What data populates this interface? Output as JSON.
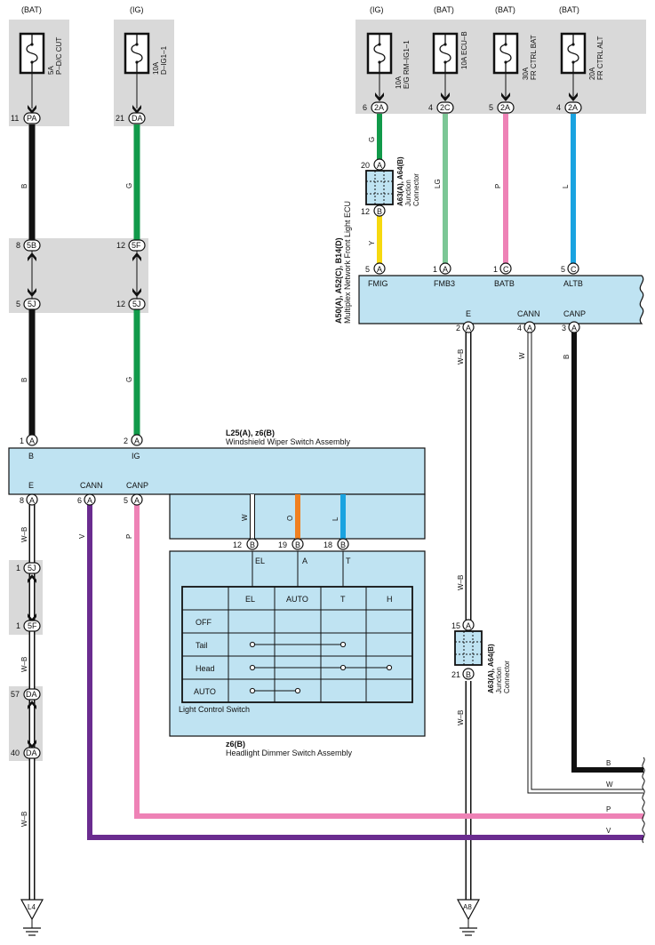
{
  "colors": {
    "black": "#111111",
    "green": "#119a4a",
    "light_green": "#7cc796",
    "pink": "#ee82b6",
    "blue": "#1aa3e0",
    "yellow": "#f6d90f",
    "orange": "#f08020",
    "purple": "#6a2c8f",
    "white_wire": "#ffffff",
    "panel_fill": "#bfe3f2",
    "fuse_bg": "#d9d9d9",
    "junction_fill": "#bfe3f2"
  },
  "fuses": [
    {
      "source": "(BAT)",
      "rating": "5A",
      "name": "P–D/C CUT",
      "pin": "11",
      "conn": "PA"
    },
    {
      "source": "(IG)",
      "rating": "10A",
      "name": "D–IG1–1",
      "pin": "21",
      "conn": "DA"
    },
    {
      "source": "(IG)",
      "rating": "10A",
      "name": "E/G RM–IG1–1",
      "pin": "6",
      "conn": "2A"
    },
    {
      "source": "(BAT)",
      "rating": "10A",
      "name": "ECU–B",
      "pin": "4",
      "conn": "2C"
    },
    {
      "source": "(BAT)",
      "rating": "30A",
      "name": "FR CTRL BAT",
      "pin": "5",
      "conn": "2A"
    },
    {
      "source": "(BAT)",
      "rating": "20A",
      "name": "FR CTRL ALT",
      "pin": "4",
      "conn": "2A"
    }
  ],
  "wires": {
    "b": "B",
    "g": "G",
    "lg": "LG",
    "p": "P",
    "l": "L",
    "y": "Y",
    "w": "W",
    "o": "O",
    "v": "V",
    "wb": "W–B"
  },
  "relay_connectors": {
    "top": [
      {
        "pin": "8",
        "conn": "5B"
      },
      {
        "pin": "12",
        "conn": "5F"
      }
    ],
    "bottom": [
      {
        "pin": "5",
        "conn": "5J"
      },
      {
        "pin": "12",
        "conn": "5J"
      }
    ]
  },
  "ground_chain": [
    {
      "pin": "1",
      "conn": "5J"
    },
    {
      "pin": "1",
      "conn": "5F"
    },
    {
      "pin": "57",
      "conn": "DA"
    },
    {
      "pin": "40",
      "conn": "DA"
    }
  ],
  "junction_connector": {
    "title": "A63(A), A64(B)",
    "line1": "Junction",
    "line2": "Connector",
    "top_pin": "20",
    "top_conn": "A",
    "bottom_pin": "12",
    "bottom_conn": "B",
    "right_top_pin": "15",
    "right_top_conn": "A",
    "right_bottom_pin": "21",
    "right_bottom_conn": "B"
  },
  "ecu": {
    "title": "A50(A), A52(C), B14(D)",
    "subtitle": "Multiplex Network Front Light ECU",
    "inputs": [
      {
        "pin": "5",
        "conn": "A",
        "label": "FMIG"
      },
      {
        "pin": "1",
        "conn": "A",
        "label": "FMB3"
      },
      {
        "pin": "1",
        "conn": "C",
        "label": "BATB"
      },
      {
        "pin": "5",
        "conn": "C",
        "label": "ALTB"
      }
    ],
    "outputs": [
      {
        "pin": "2",
        "conn": "A",
        "label": "E"
      },
      {
        "pin": "4",
        "conn": "A",
        "label": "CANN"
      },
      {
        "pin": "3",
        "conn": "A",
        "label": "CANP"
      }
    ]
  },
  "wiper_switch": {
    "title": "L25(A), z6(B)",
    "subtitle": "Windshield Wiper Switch Assembly",
    "top_pins": [
      {
        "pin": "1",
        "conn": "A",
        "label": "B"
      },
      {
        "pin": "2",
        "conn": "A",
        "label": "IG"
      }
    ],
    "bottom_pins": [
      {
        "pin": "8",
        "conn": "A",
        "label": "E"
      },
      {
        "pin": "6",
        "conn": "A",
        "label": "CANN"
      },
      {
        "pin": "5",
        "conn": "A",
        "label": "CANP"
      }
    ],
    "sub_pins": [
      {
        "pin": "12",
        "conn": "B",
        "label": "EL"
      },
      {
        "pin": "19",
        "conn": "B",
        "label": "A"
      },
      {
        "pin": "18",
        "conn": "B",
        "label": "T"
      }
    ]
  },
  "light_switch": {
    "name": "Light Control Switch",
    "columns": [
      "EL",
      "AUTO",
      "T",
      "H"
    ],
    "rows": [
      "OFF",
      "Tail",
      "Head",
      "AUTO"
    ],
    "footer_title": "z6(B)",
    "footer_subtitle": "Headlight Dimmer Switch Assembly"
  },
  "grounds": [
    "L4",
    "A8"
  ]
}
